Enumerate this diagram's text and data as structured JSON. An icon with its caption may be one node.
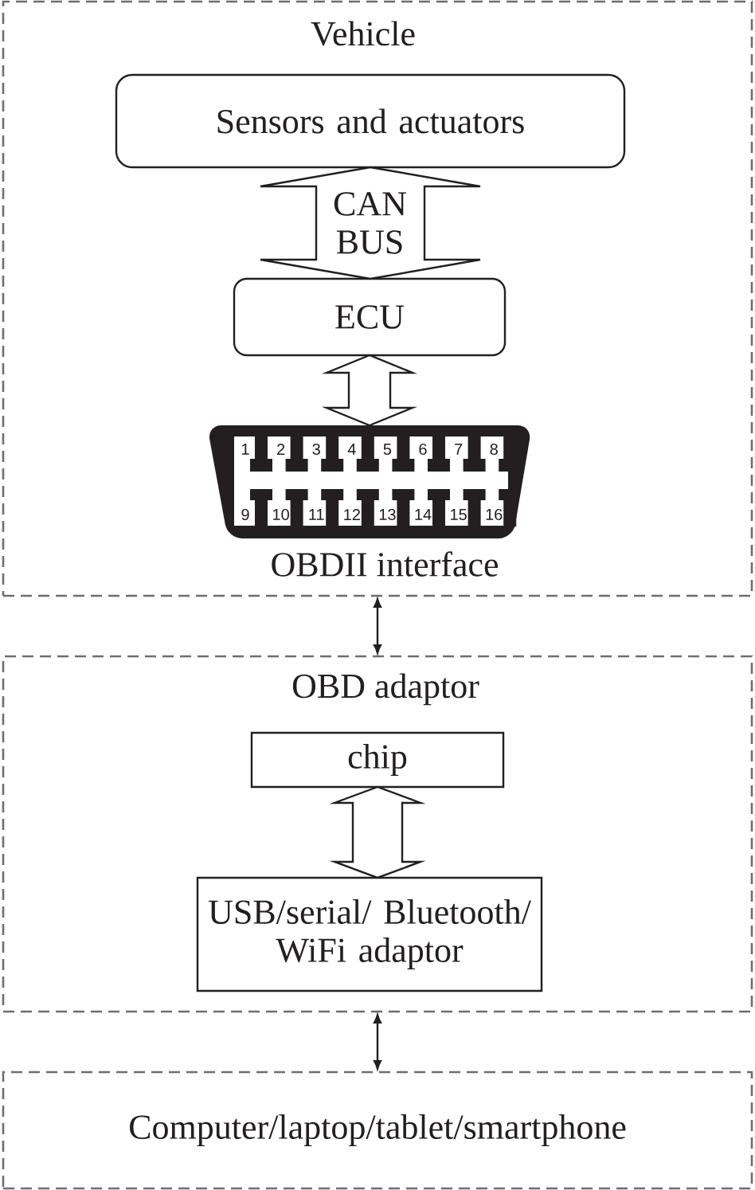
{
  "diagram": {
    "nodes": [
      {
        "text": [
          "Vehicle"
        ]
      },
      {
        "text": [
          "Sensors and actuators"
        ],
        "in": 0
      },
      {
        "text": [
          "ECU"
        ],
        "in": 0
      },
      {
        "text": [
          "1",
          "2",
          "3",
          "4",
          "5",
          "6",
          "7",
          "8",
          "9",
          "10",
          "11",
          "12",
          "13",
          "14",
          "15",
          "16"
        ],
        "beside": [
          "OBDII interface"
        ],
        "in": 0
      },
      {
        "text": [
          "OBD adaptor"
        ]
      },
      {
        "text": [
          "chip"
        ],
        "in": 4
      },
      {
        "text": [
          "USB/serial/ Bluetooth/ WiFi adaptor"
        ],
        "in": 4
      },
      {
        "text": [
          "Computer/laptop/tablet/smartphone"
        ]
      }
    ],
    "edges": [
      {
        "from": 1,
        "to": 2,
        "arrow": "both",
        "label": "CAN BUS",
        "style": "thick"
      },
      {
        "from": 2,
        "to": 3,
        "arrow": "both",
        "style": "thick"
      },
      {
        "from": 0,
        "to": 4,
        "arrow": "both"
      },
      {
        "from": 5,
        "to": 6,
        "arrow": "both",
        "style": "thick"
      },
      {
        "from": 4,
        "to": 7,
        "arrow": "both"
      }
    ]
  }
}
